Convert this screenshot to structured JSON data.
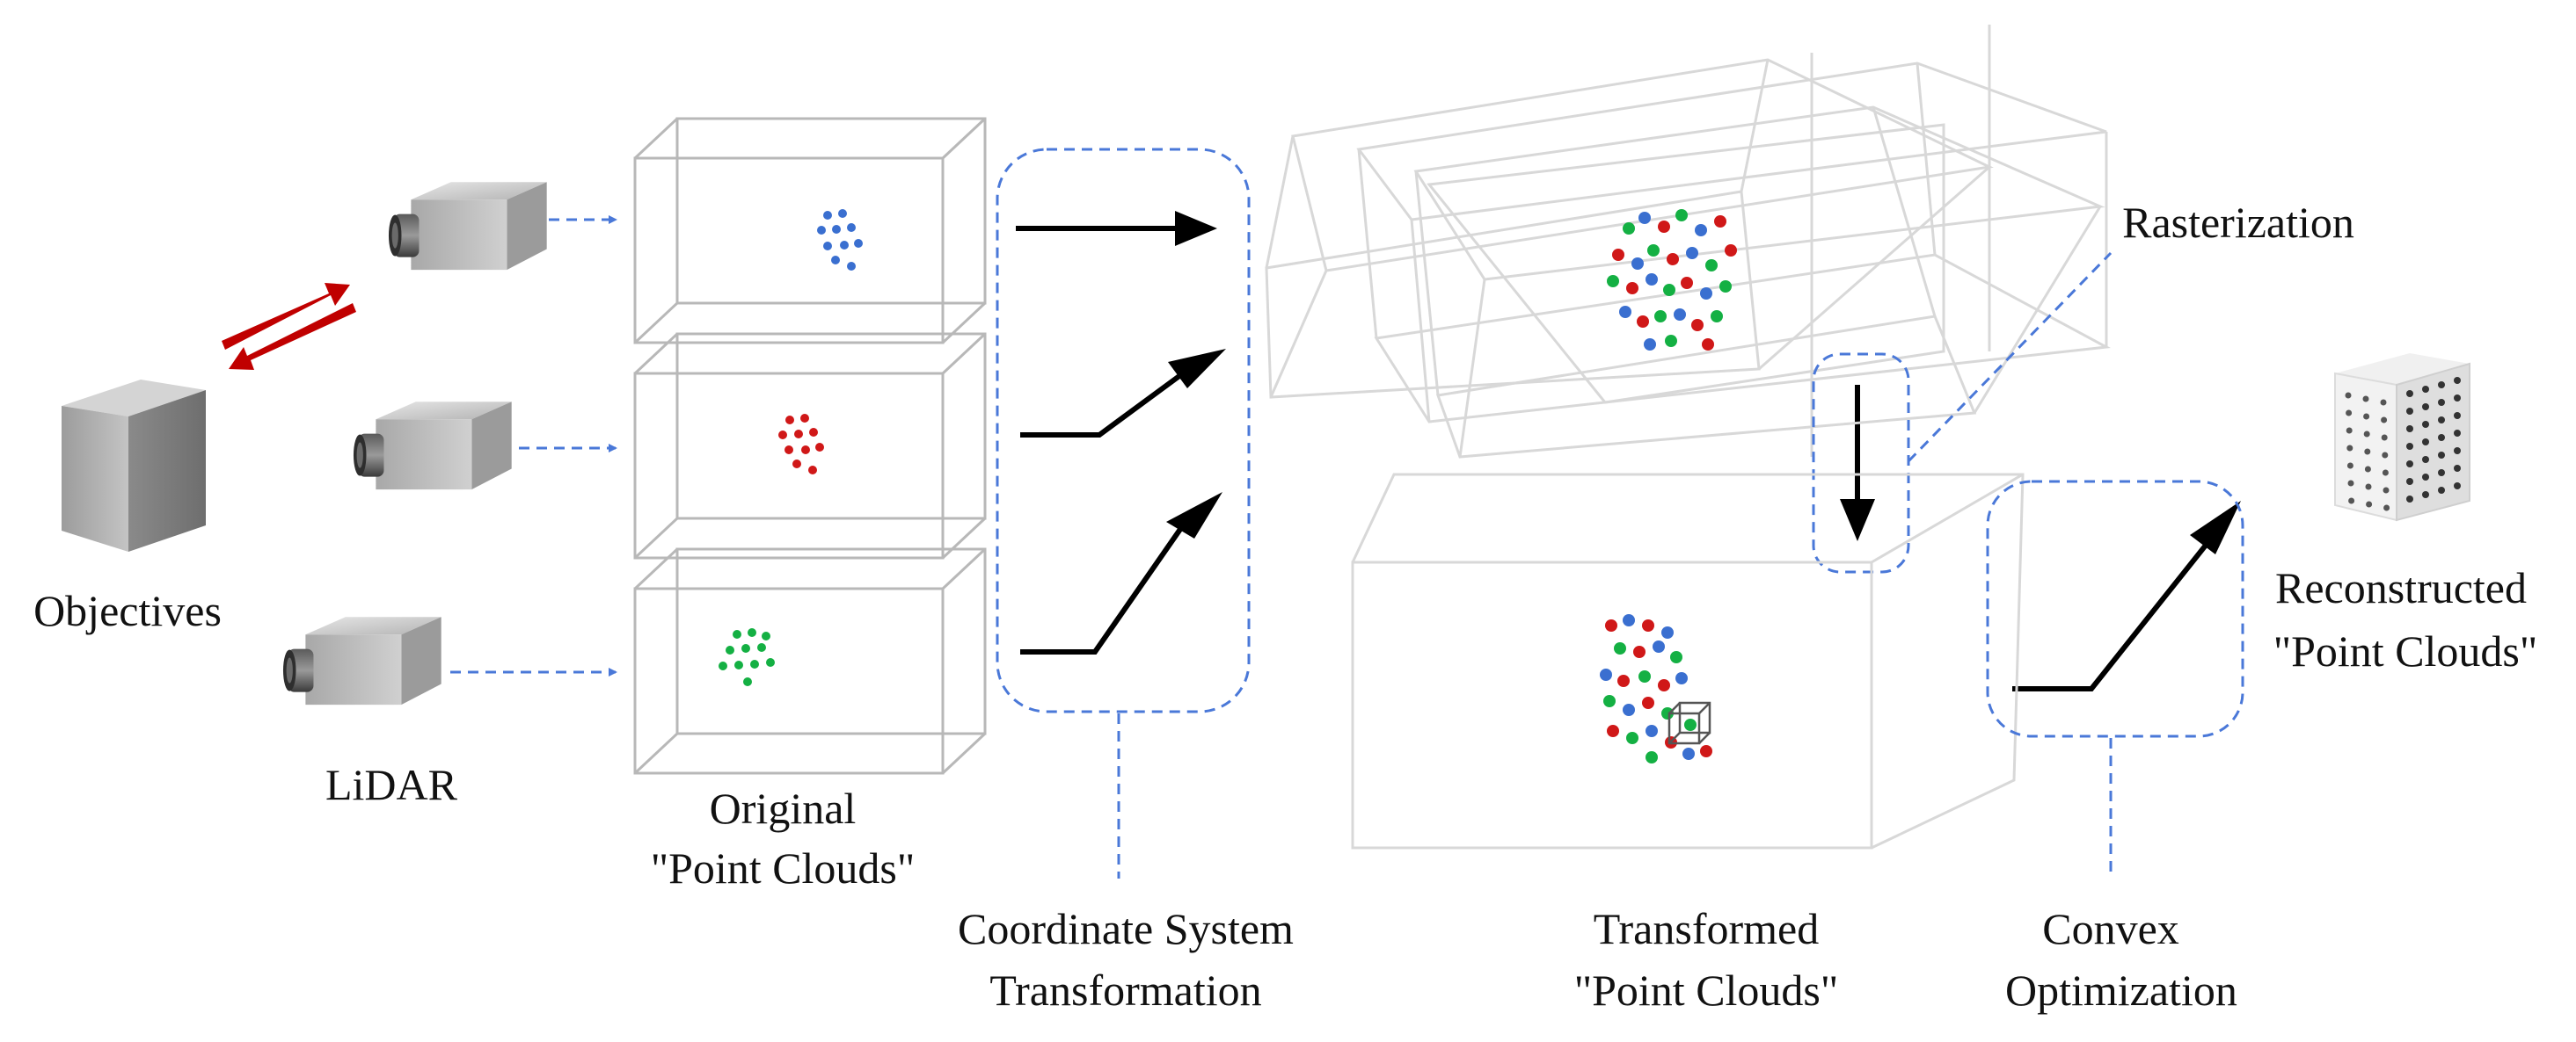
{
  "labels": {
    "objectives": "Objectives",
    "lidar": "LiDAR",
    "original_line1": "Original",
    "original_line2": "\"Point Clouds\"",
    "coord_line1": "Coordinate System",
    "coord_line2": "Transformation",
    "transformed_line1": "Transformed",
    "transformed_line2": "\"Point Clouds\"",
    "convex_line1": "Convex",
    "convex_line2": "Optimization",
    "rasterization": "Rasterization",
    "reconstructed_line1": "Reconstructed",
    "reconstructed_line2": "\"Point Clouds\""
  },
  "colors": {
    "blue_points": "#3a6fd0",
    "red_points": "#d01818",
    "green_points": "#14b043",
    "dashed_outline": "#4a78d8",
    "box_line": "#b8b8b8",
    "faint_box_line": "#d8d8d8",
    "red_arrows": "#c00000",
    "black_arrows": "#000000"
  },
  "icons": [
    "lidar-camera-icon",
    "objective-cube-icon",
    "reconstructed-cube-icon"
  ]
}
